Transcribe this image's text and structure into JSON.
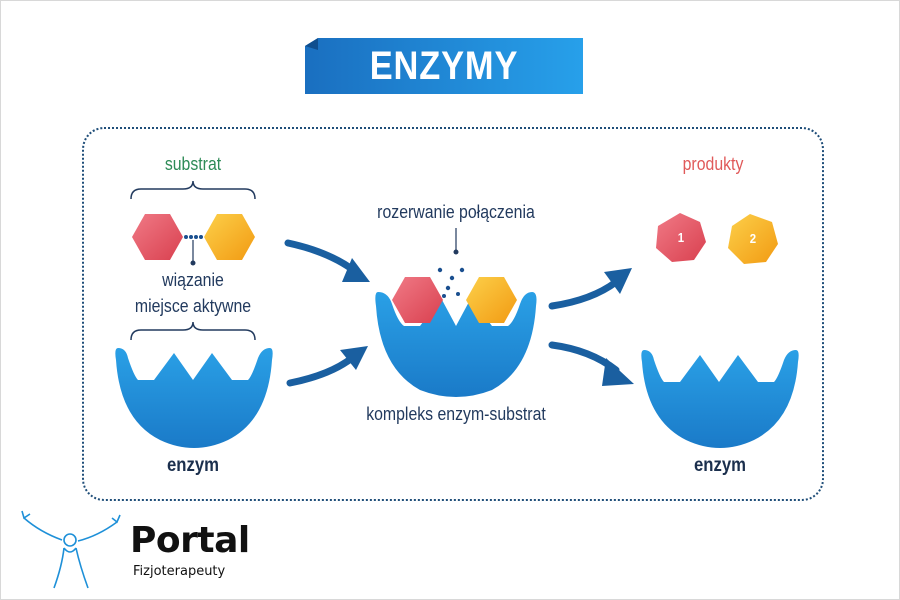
{
  "title": "ENZYMY",
  "labels": {
    "substrate": "substrat",
    "bond": "wiązanie",
    "active_site": "miejsce aktywne",
    "enzyme_left": "enzym",
    "bond_break": "rozerwanie połączenia",
    "complex": "kompleks enzym-substrat",
    "products": "produkty",
    "enzyme_right": "enzym"
  },
  "product_numbers": [
    "1",
    "2"
  ],
  "logo": {
    "name": "Portal",
    "tagline": "Fizjoterapeuty"
  },
  "colors": {
    "enzyme": "#1e90d8",
    "enzyme_dark": "#1670b0",
    "substrate_red": "#e8566a",
    "substrate_yellow": "#f7b21f",
    "arrow": "#1a5fa0",
    "banner": "#1c8ad6"
  },
  "icons": [
    "person-arms-up-logo-icon",
    "arrow-right-icon"
  ]
}
